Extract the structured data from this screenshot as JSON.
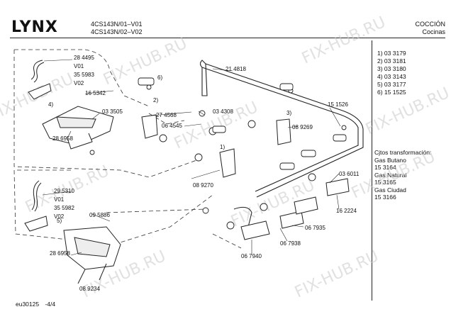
{
  "header": {
    "brand": "LYNX",
    "models": [
      "4CS143N/01–V01",
      "4CS143N/02–V02"
    ],
    "section_1": "COCCIÓN",
    "section_2": "Cocinas"
  },
  "parts_list": [
    "1) 03 3179",
    "2) 03 3181",
    "3) 03 3180",
    "4) 03 3143",
    "5) 03 3177",
    "6) 15 1525"
  ],
  "transformation": {
    "title": "Cjtos transformación:",
    "lines": [
      "Gas Butano",
      "15 3164",
      "Gas Natural",
      "15 3165",
      "Gas Ciudad",
      "15 3166"
    ]
  },
  "footer": {
    "code": "eu30125",
    "page": "-4/4"
  },
  "watermark": "FIX-HUB.RU",
  "callouts": {
    "c284495": "28 4495",
    "v01a": "V01",
    "c355983": "35 5983",
    "v02a": "V02",
    "c165342": "16 5342",
    "c033505": "03 3505",
    "c286958a": "28 6958",
    "c274568": "27 4568",
    "c064545": "06 4545",
    "c034308": "03 4308",
    "c214818": "21 4818",
    "c089269": "08 9269",
    "c151526": "15 1526",
    "c089270": "08 9270",
    "c036011": "03 6011",
    "c162224": "16 2224",
    "c295310": "29 5310",
    "v01b": "V01",
    "c355982": "35 5982",
    "v02b": "V02",
    "c095886": "09 5886",
    "c286958b": "28 6958",
    "c089234": "08 9234",
    "c067935": "06 7935",
    "c067938": "06 7938",
    "c067940": "06 7940",
    "n1": "1)",
    "n2": "2)",
    "n3": "3)",
    "n4": "4)",
    "n5": "5)",
    "n6": "6)"
  }
}
